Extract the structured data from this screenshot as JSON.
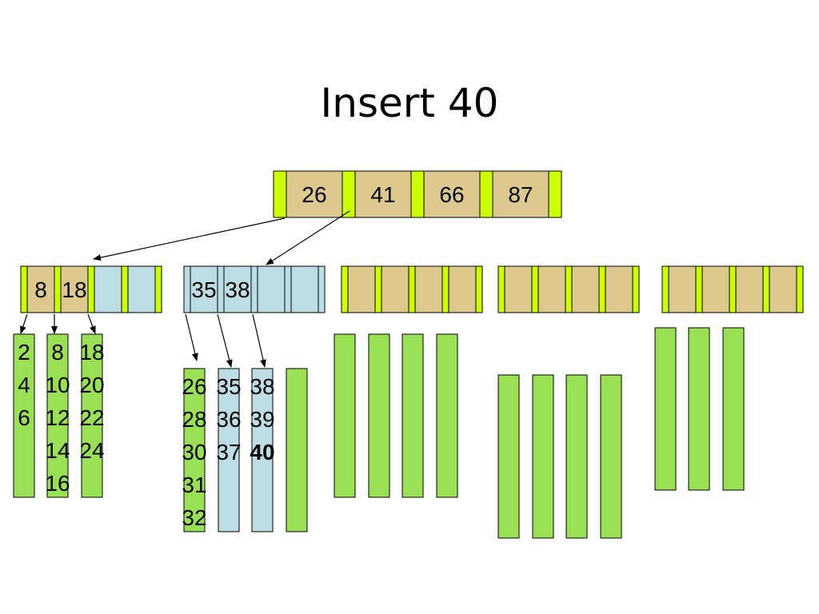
{
  "title": "Insert 40",
  "colors": {
    "pointer": "#ccff00",
    "key_tan": "#ddc98e",
    "key_blue": "#bcdde3",
    "leaf_green": "#99e055",
    "stroke": "#000000"
  },
  "root": {
    "keys": [
      "26",
      "41",
      "66",
      "87"
    ]
  },
  "internal_nodes": [
    {
      "keys": [
        "8",
        "18",
        "",
        ""
      ],
      "fills": [
        "tan",
        "tan",
        "blue",
        "blue"
      ],
      "pointer_color": "pointer"
    },
    {
      "keys": [
        "35",
        "38",
        "",
        ""
      ],
      "fills": [
        "blue",
        "blue",
        "blue",
        "blue"
      ],
      "pointer_color": "blue"
    },
    {
      "keys": [
        "",
        "",
        "",
        ""
      ],
      "fills": [
        "tan",
        "tan",
        "tan",
        "tan"
      ],
      "pointer_color": "pointer"
    },
    {
      "keys": [
        "",
        "",
        "",
        ""
      ],
      "fills": [
        "tan",
        "tan",
        "tan",
        "tan"
      ],
      "pointer_color": "pointer"
    },
    {
      "keys": [
        "",
        "",
        "",
        ""
      ],
      "fills": [
        "tan",
        "tan",
        "tan",
        "tan"
      ],
      "pointer_color": "pointer"
    }
  ],
  "leaves": [
    {
      "group": 0,
      "fill": "green",
      "values": [
        "2",
        "4",
        "6"
      ]
    },
    {
      "group": 0,
      "fill": "green",
      "values": [
        "8",
        "10",
        "12",
        "14",
        "16"
      ]
    },
    {
      "group": 0,
      "fill": "green",
      "values": [
        "18",
        "20",
        "22",
        "24"
      ]
    },
    {
      "group": 1,
      "fill": "green",
      "values": [
        "26",
        "28",
        "30",
        "31",
        "32"
      ]
    },
    {
      "group": 1,
      "fill": "blue",
      "values": [
        "35",
        "36",
        "37"
      ]
    },
    {
      "group": 1,
      "fill": "blue",
      "values": [
        "38",
        "39",
        "40"
      ],
      "highlight": "40"
    },
    {
      "group": 1,
      "fill": "green",
      "values": []
    },
    {
      "group": 2,
      "fill": "green",
      "values": []
    },
    {
      "group": 2,
      "fill": "green",
      "values": []
    },
    {
      "group": 2,
      "fill": "green",
      "values": []
    },
    {
      "group": 2,
      "fill": "green",
      "values": []
    },
    {
      "group": 3,
      "fill": "green",
      "values": []
    },
    {
      "group": 3,
      "fill": "green",
      "values": []
    },
    {
      "group": 3,
      "fill": "green",
      "values": []
    },
    {
      "group": 3,
      "fill": "green",
      "values": []
    },
    {
      "group": 4,
      "fill": "green",
      "values": []
    },
    {
      "group": 4,
      "fill": "green",
      "values": []
    },
    {
      "group": 4,
      "fill": "green",
      "values": []
    }
  ],
  "arrows": [
    {
      "from": "root-pointer-0",
      "to": "internal-node-0"
    },
    {
      "from": "root-pointer-1",
      "to": "internal-node-1"
    },
    {
      "from": "internal-0-pointer-0",
      "to": "leaf-0"
    },
    {
      "from": "internal-0-pointer-1",
      "to": "leaf-1"
    },
    {
      "from": "internal-0-pointer-2",
      "to": "leaf-2"
    },
    {
      "from": "internal-1-pointer-0",
      "to": "leaf-3"
    },
    {
      "from": "internal-1-pointer-1",
      "to": "leaf-4"
    },
    {
      "from": "internal-1-pointer-2",
      "to": "leaf-5"
    }
  ]
}
